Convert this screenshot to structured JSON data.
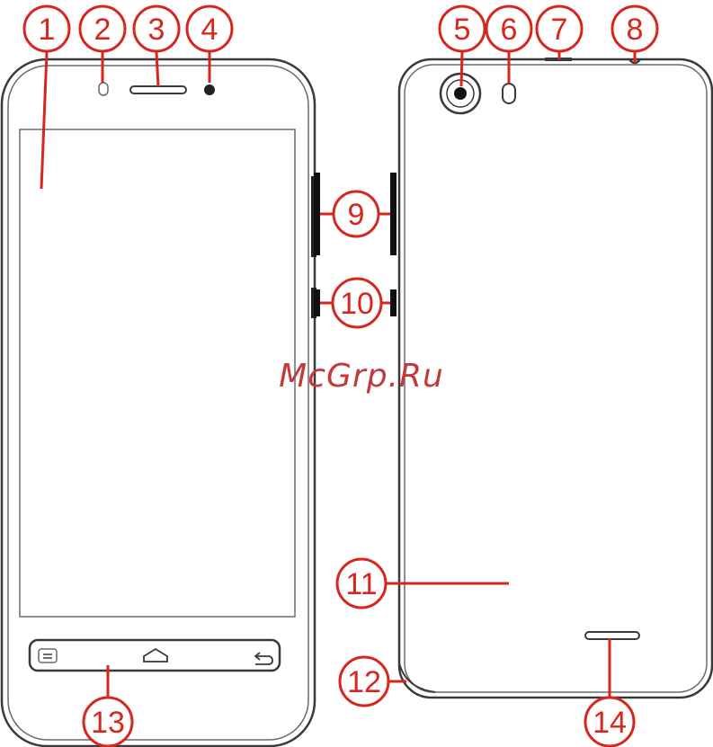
{
  "watermark": "McGrp.Ru",
  "colors": {
    "callout": "#d7261e",
    "outline": "#3a3a3a",
    "watermark": "#c43a3a"
  },
  "callouts": [
    {
      "id": "c1",
      "label": "1"
    },
    {
      "id": "c2",
      "label": "2"
    },
    {
      "id": "c3",
      "label": "3"
    },
    {
      "id": "c4",
      "label": "4"
    },
    {
      "id": "c5",
      "label": "5"
    },
    {
      "id": "c6",
      "label": "6"
    },
    {
      "id": "c7",
      "label": "7"
    },
    {
      "id": "c8",
      "label": "8"
    },
    {
      "id": "c9",
      "label": "9"
    },
    {
      "id": "c10",
      "label": "10"
    },
    {
      "id": "c11",
      "label": "11"
    },
    {
      "id": "c12",
      "label": "12"
    },
    {
      "id": "c13",
      "label": "13"
    },
    {
      "id": "c14",
      "label": "14"
    }
  ],
  "icons": {
    "menu": "menu-key-icon",
    "home": "home-key-icon",
    "back": "back-key-icon"
  }
}
